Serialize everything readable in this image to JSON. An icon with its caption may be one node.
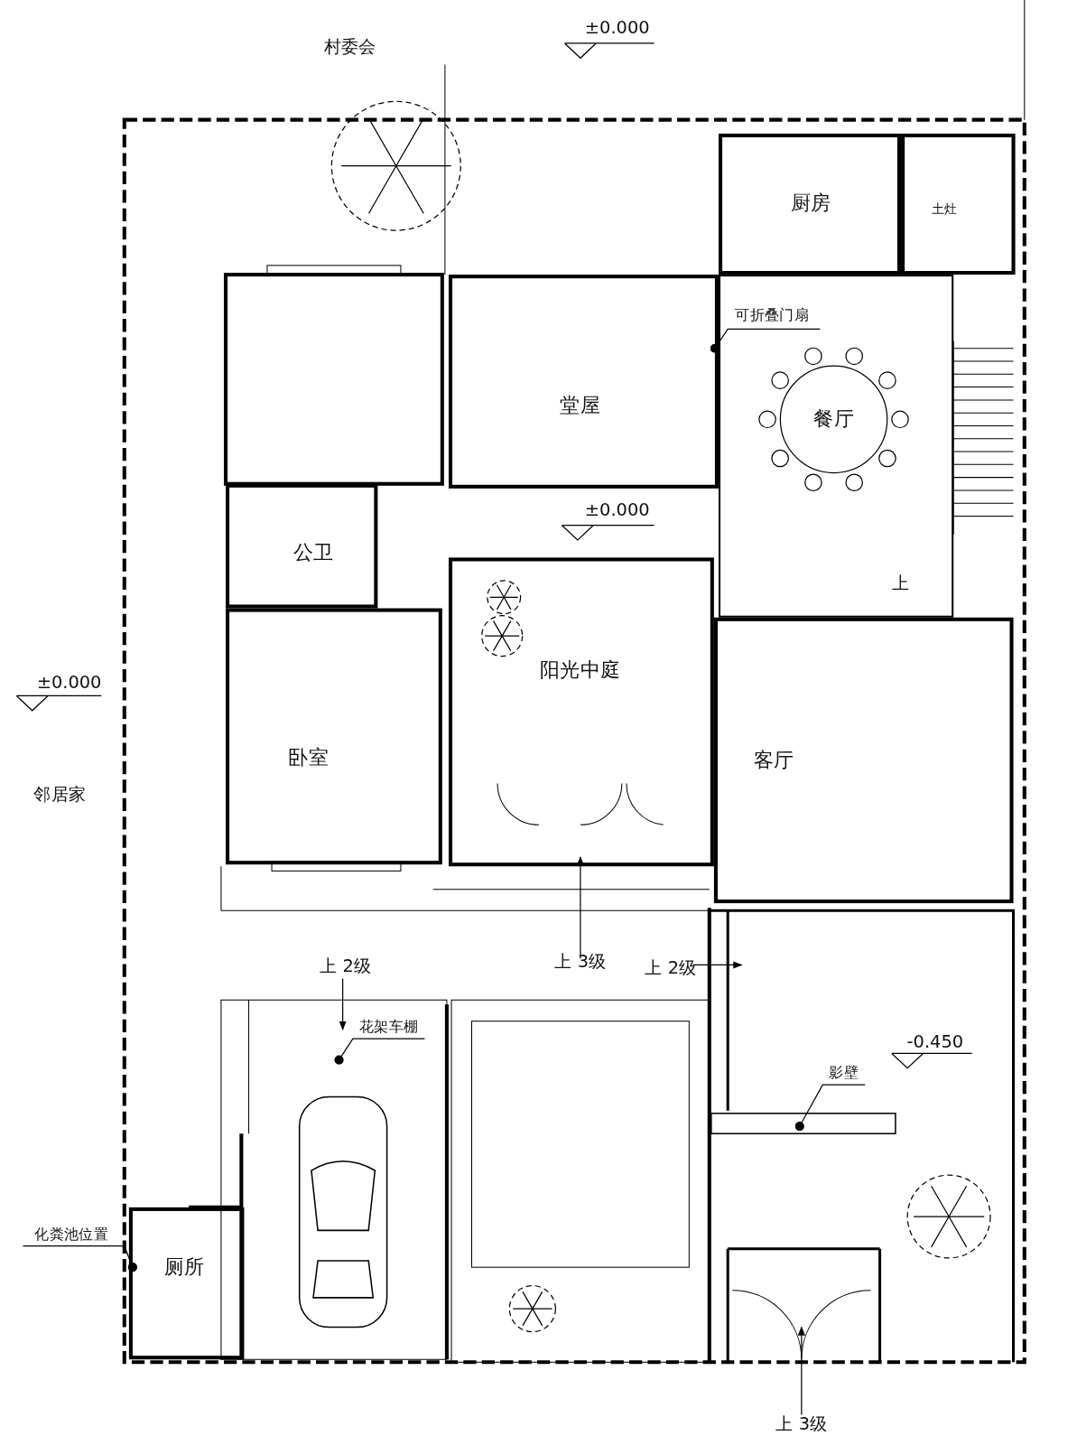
{
  "diagram": {
    "nodes": [
      {
        "text": [
          "厨房"
        ]
      },
      {
        "text": [
          "土灶"
        ]
      },
      {
        "text": [
          "可折叠门扇"
        ],
        "in": 4
      },
      {
        "text": [
          "堂屋"
        ]
      },
      {
        "text": [
          "餐厅"
        ]
      },
      {
        "text": [
          "公卫"
        ]
      },
      {
        "text": [
          "阳光中庭"
        ]
      },
      {
        "text": [
          "卧室"
        ]
      },
      {
        "text": [
          "客厅"
        ]
      },
      {
        "text": [
          "花架车棚"
        ]
      },
      {
        "text": [
          "影壁"
        ]
      },
      {
        "text": [
          "化粪池位置"
        ]
      },
      {
        "text": [
          "厕所"
        ]
      }
    ],
    "edges": [
      {
        "from": 2,
        "to": 3,
        "arrow": "other"
      },
      {
        "from": 9,
        "to": null,
        "arrow": "other"
      },
      {
        "from": 10,
        "to": null,
        "arrow": "other"
      },
      {
        "from": 11,
        "to": 12,
        "arrow": "other"
      }
    ],
    "labels": [
      "±0.000",
      "村委会",
      "±0.000",
      "上",
      "±0.000",
      "邻居家",
      "上 3级",
      "上 2级",
      "上 2级",
      "-0.450",
      "上 3级"
    ]
  }
}
